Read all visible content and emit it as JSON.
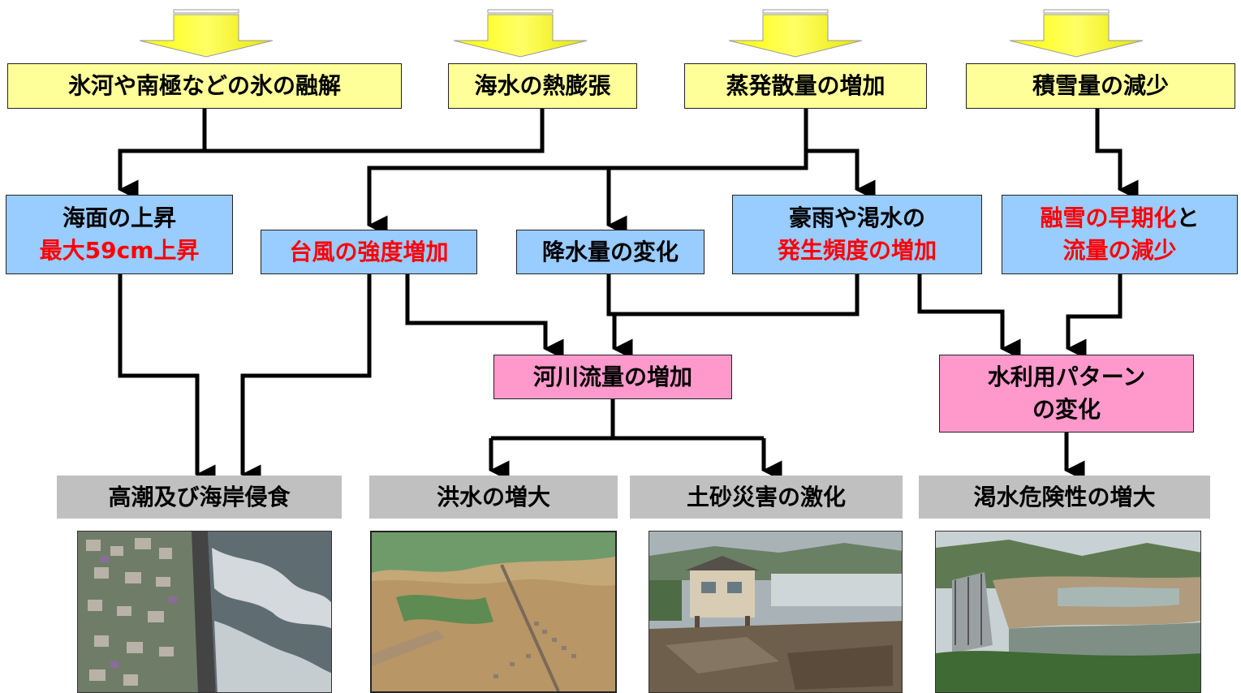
{
  "causes": [
    {
      "label": "氷河や南極などの氷の融解"
    },
    {
      "label": "海水の熱膨張"
    },
    {
      "label": "蒸発散量の増加"
    },
    {
      "label": "積雪量の減少"
    }
  ],
  "effects": {
    "sea_level": {
      "line1": "海面の上昇",
      "line2": "最大59cm上昇"
    },
    "typhoon": {
      "line1": "台風の強度増加"
    },
    "precipitation": {
      "line1": "降水量の変化"
    },
    "heavy_rain": {
      "line1": "豪雨や渇水の",
      "line2": "発生頻度の増加"
    },
    "snowmelt": {
      "line1_red": "融雪の早期化",
      "line1_black": "と",
      "line2": "流量の減少"
    }
  },
  "intermediate": {
    "river_flow": {
      "label": "河川流量の増加"
    },
    "water_use": {
      "line1": "水利用パターン",
      "line2": "の変化"
    }
  },
  "impacts": [
    {
      "label": "高潮及び海岸侵食"
    },
    {
      "label": "洪水の増大"
    },
    {
      "label": "土砂災害の激化"
    },
    {
      "label": "渇水危険性の増大"
    }
  ],
  "colors": {
    "cause_box": "#ffff99",
    "effect_box": "#99ccff",
    "intermediate_box": "#ff99cc",
    "impact_box": "#c0c0c0",
    "highlight_text": "#ff0000",
    "input_arrow": "#ffff00"
  },
  "photos": [
    {
      "icon": "coastal-erosion-photo"
    },
    {
      "icon": "flood-photo"
    },
    {
      "icon": "landslide-photo"
    },
    {
      "icon": "drought-dam-photo"
    }
  ]
}
